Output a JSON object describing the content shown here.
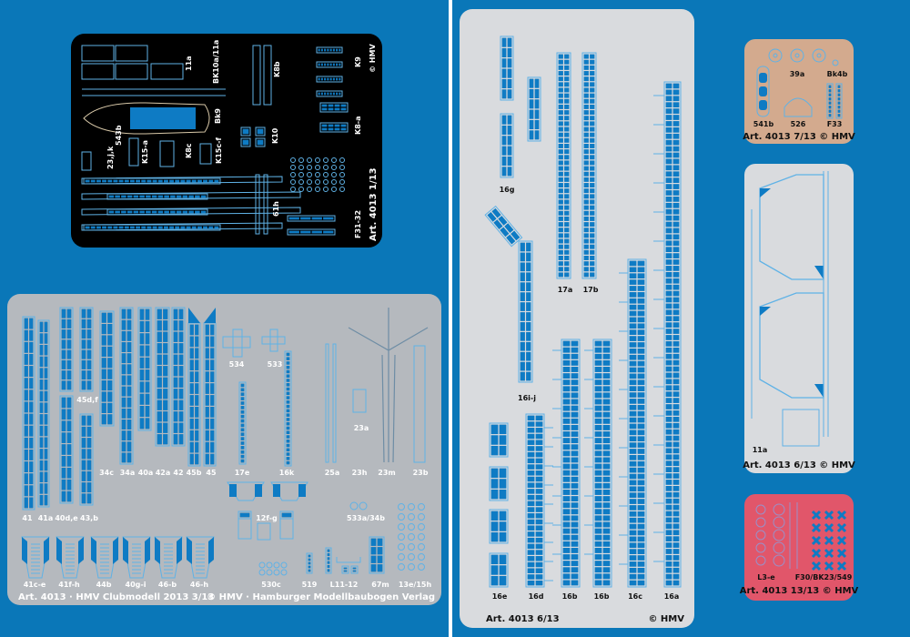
{
  "colors": {
    "background": "#0a77b8",
    "divider": "#ffffff",
    "sheet_black": "#000000",
    "sheet_gray": "#b5b9be",
    "sheet_light": "#d9dbde",
    "sheet_tan": "#d3aa8e",
    "sheet_pink": "#e1566a",
    "etch_blue": "#0e7bc4",
    "etch_line": "#5fb2e6"
  },
  "sheet_1": {
    "labels": {
      "l11a": "11a",
      "bk10a": "BK10a/11a",
      "k8b": "K8b",
      "k9": "K9",
      "hmv": "© HMV",
      "bk9": "Bk9",
      "l543b": "543b",
      "k10": "K10",
      "k8a": "K8-a",
      "k15a": "K15-a",
      "k8c": "K8c",
      "k15c": "K15c-f",
      "l23jk": "23,j,k",
      "l61h": "61h",
      "f31": "F31-32"
    },
    "footer": "Art. 4013 1/13"
  },
  "sheet_3": {
    "labels": {
      "l34c": "34c",
      "l34a": "34a",
      "l40a": "40a",
      "l42a": "42a",
      "l42": "42",
      "l45b": "45b",
      "l45": "45",
      "l17e": "17e",
      "l16k": "16k",
      "l25a": "25a",
      "l23h": "23h",
      "l23m": "23m",
      "l23b": "23b",
      "l45df": "45d,f",
      "l534": "534",
      "l533": "533",
      "l23a": "23a",
      "l41": "41",
      "l41a": "41a",
      "l40de": "40d,e",
      "l43b": "43,b",
      "l12fg": "12f-g",
      "l533a": "533a/34b",
      "l41ce": "41c-e",
      "l41fh": "41f-h",
      "l44b": "44b",
      "l40gi": "40g-i",
      "l46b": "46-b",
      "l46h": "46-h",
      "l530c": "530c",
      "l519": "519",
      "l11": "L11-12",
      "l67m": "67m",
      "l13e": "13e/15h"
    },
    "footer_left": "Art. 4013 · HMV Clubmodell 2013 3/13",
    "footer_right": "© HMV · Hamburger Modellbaubogen Verlag"
  },
  "sheet_6": {
    "labels": {
      "l16g": "16g",
      "l17a": "17a",
      "l17b": "17b",
      "l16ij": "16i-j",
      "l16e": "16e",
      "l16d": "16d",
      "l16b1": "16b",
      "l16b2": "16b",
      "l16c": "16c",
      "l16a": "16a"
    },
    "footer_left": "Art. 4013 6/13",
    "footer_right": "© HMV"
  },
  "sheet_7": {
    "labels": {
      "l39a": "39a",
      "bk4b": "Bk4b",
      "l541b": "541b",
      "l526": "526",
      "f33": "F33"
    },
    "footer": "Art. 4013 7/13 © HMV"
  },
  "sheet_6b": {
    "labels": {
      "l11a": "11a"
    },
    "footer": "Art. 4013 6/13 © HMV"
  },
  "sheet_13": {
    "labels": {
      "l3e": "L3-e",
      "f30": "F30/BK23/549"
    },
    "footer": "Art. 4013 13/13 © HMV"
  }
}
